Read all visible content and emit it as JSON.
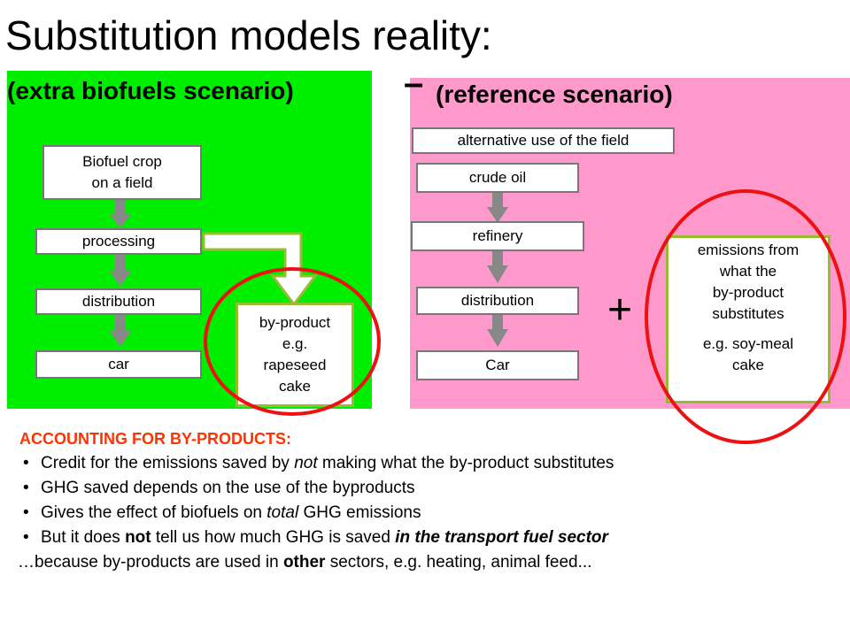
{
  "title": "Substitution models reality:",
  "subtitle_left": "(extra biofuels scenario)",
  "minus_sign": "–",
  "subtitle_right": "(reference scenario)",
  "biofuel_chain": {
    "crop": [
      "Biofuel crop",
      "on a field"
    ],
    "processing": "processing",
    "distribution": "distribution",
    "car": "car",
    "byproduct": [
      "by-product",
      "e.g.",
      "rapeseed",
      "cake"
    ]
  },
  "reference_chain": {
    "alternative_use": "alternative use of the field",
    "crude_oil": "crude oil",
    "refinery": "refinery",
    "distribution": "distribution",
    "car": "Car",
    "emissions": [
      "emissions from",
      "what the",
      "by-product",
      "substitutes"
    ],
    "emissions_example": [
      "e.g. soy-meal",
      "cake"
    ]
  },
  "plus_sign": "+",
  "accounting": {
    "heading": "ACCOUNTING FOR BY-PRODUCTS:",
    "bullet_char": "•",
    "b1": {
      "pre": "Credit for the emissions saved by ",
      "em": "not",
      "post": " making what the by-product substitutes"
    },
    "b2": "GHG saved depends on the use of the byproducts",
    "b3": {
      "pre": "Gives the effect of biofuels on ",
      "em": "total",
      "post": " GHG emissions"
    },
    "b4": {
      "pre": "But it does ",
      "strong": "not",
      "mid": " tell us how much GHG is saved ",
      "strong_em": "in the transport fuel sector"
    },
    "footer": {
      "pre": "…because by-products are used in ",
      "strong": "other",
      "post": " sectors, e.g. heating, animal feed..."
    }
  },
  "colors": {
    "green_panel": "#00ee00",
    "pink_panel": "#ff99cc",
    "arrow": "#888888",
    "circle": "#ee1111",
    "olive_border": "#99bb33",
    "heading": "#ff3300"
  }
}
